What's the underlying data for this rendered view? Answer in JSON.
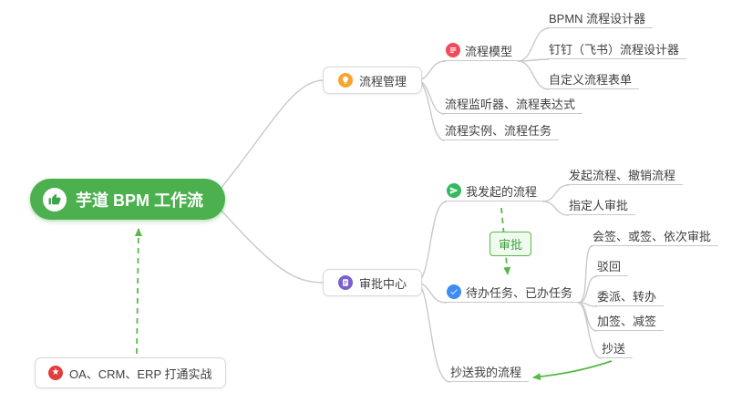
{
  "colors": {
    "root_bg": "#4cb04f",
    "connector": "#c9c9c9",
    "arrow_green": "#57b847",
    "icon_orange": "#f6a42d",
    "icon_purple": "#7a5fd0",
    "icon_red": "#ef4a5b",
    "icon_green": "#33b95e",
    "icon_blue": "#3d8df5",
    "icon_star_red": "#e23d3d"
  },
  "root": {
    "label": "芋道 BPM 工作流",
    "icon": "thumbs-up-icon"
  },
  "note": {
    "label": "OA、CRM、ERP 打通实战",
    "icon": "star-icon"
  },
  "process_mgmt": {
    "label": "流程管理",
    "icon": "lightbulb-icon",
    "model": {
      "label": "流程模型",
      "icon": "flow-model-icon",
      "items": [
        "BPMN 流程设计器",
        "钉钉（飞书）流程设计器",
        "自定义流程表单"
      ]
    },
    "listener_label": "流程监听器、流程表达式",
    "instance_label": "流程实例、流程任务"
  },
  "approval_center": {
    "label": "审批中心",
    "icon": "approval-doc-icon",
    "initiated": {
      "label": "我发起的流程",
      "icon": "send-icon",
      "items": [
        "发起流程、撤销流程",
        "指定人审批"
      ]
    },
    "tasks": {
      "label": "待办任务、已办任务",
      "icon": "check-icon",
      "items": [
        "会签、或签、依次审批",
        "驳回",
        "委派、转办",
        "加签、减签",
        "抄送"
      ]
    },
    "cc_label": "抄送我的流程",
    "badge_label": "审批"
  },
  "glyphs": {
    "star": "★"
  }
}
